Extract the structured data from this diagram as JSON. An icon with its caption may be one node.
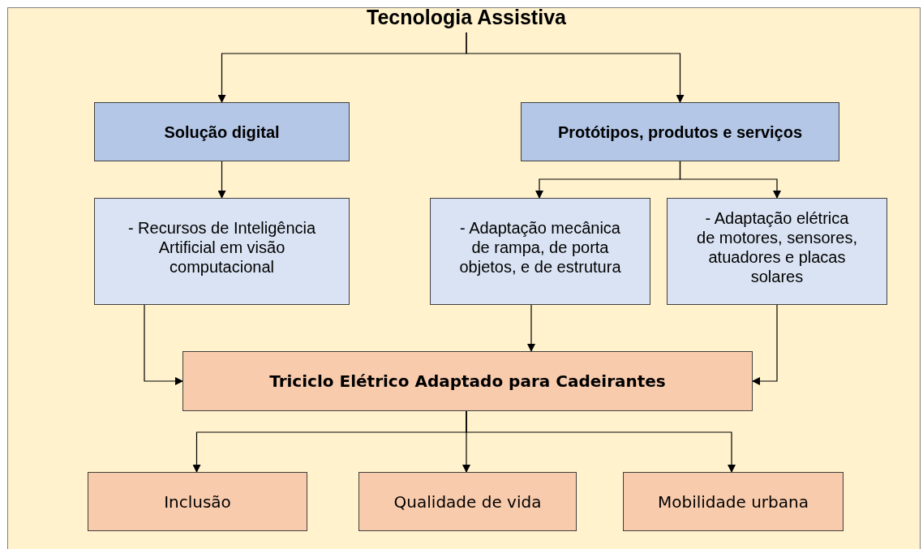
{
  "diagram": {
    "nodes": [
      {
        "text": [
          "Tecnologia Assistiva"
        ]
      },
      {
        "text": [
          "Solução digital"
        ]
      },
      {
        "text": [
          "Protótipos, produtos e serviços"
        ]
      },
      {
        "text": [
          "- Recursos de Inteligência Artificial em visão computacional"
        ]
      },
      {
        "text": [
          "- Adaptação mecânica de rampa, de porta objetos, e de estrutura"
        ]
      },
      {
        "text": [
          "- Adaptação elétrica de motores, sensores, atuadores e placas solares"
        ]
      },
      {
        "text": [
          "Triciclo Elétrico Adaptado para Cadeirantes"
        ]
      },
      {
        "text": [
          "Inclusão"
        ]
      },
      {
        "text": [
          "Qualidade de vida"
        ]
      },
      {
        "text": [
          "Mobilidade urbana"
        ]
      }
    ],
    "edges": [
      {
        "from": 0,
        "to": 1,
        "arrow": "to"
      },
      {
        "from": 0,
        "to": 2,
        "arrow": "to"
      },
      {
        "from": 1,
        "to": 3,
        "arrow": "to"
      },
      {
        "from": 2,
        "to": 4,
        "arrow": "to"
      },
      {
        "from": 2,
        "to": 5,
        "arrow": "to"
      },
      {
        "from": 3,
        "to": 6,
        "arrow": "to"
      },
      {
        "from": 4,
        "to": 6,
        "arrow": "to"
      },
      {
        "from": 5,
        "to": 6,
        "arrow": "to"
      },
      {
        "from": 6,
        "to": 7,
        "arrow": "to"
      },
      {
        "from": 6,
        "to": 8,
        "arrow": "to"
      },
      {
        "from": 6,
        "to": 9,
        "arrow": "to"
      }
    ]
  }
}
